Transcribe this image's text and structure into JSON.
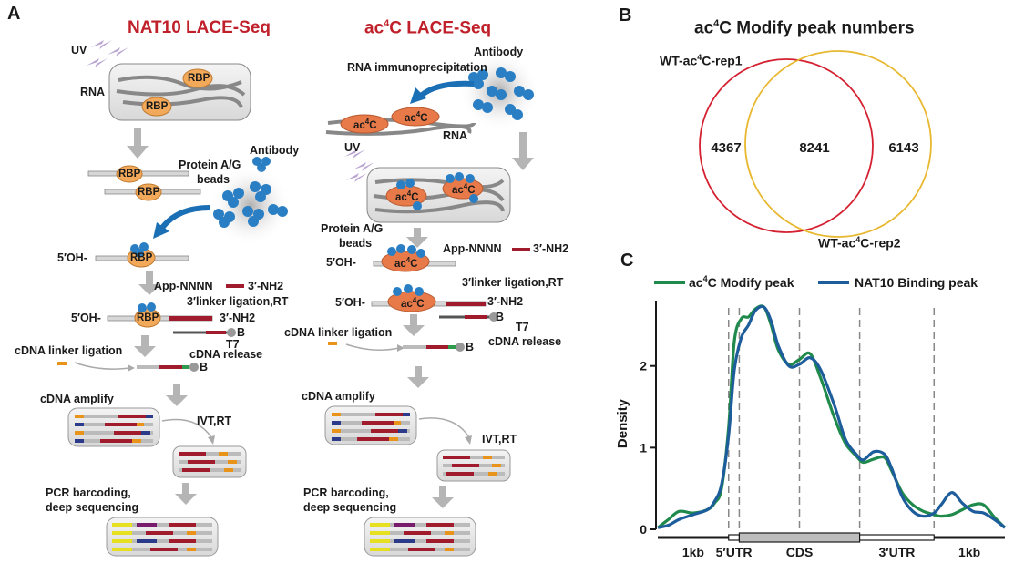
{
  "panels": {
    "a": {
      "letter": "A",
      "left_title": "NAT10 LACE-Seq",
      "right_title_main": "ac",
      "right_title_sup": "4",
      "right_title_rest": "C LACE-Seq",
      "left": {
        "uv": "UV",
        "rna": "RNA",
        "rbp": "RBP",
        "antibody": "Antibody",
        "protein_ag": "Protein A/G",
        "beads": "beads",
        "five_oh": "5′OH-",
        "app_nnnn": "App-NNNN",
        "three_nh2": "3′-NH2",
        "linker_rt": "3′linker ligation,RT",
        "b": "B",
        "t7": "T7",
        "cdna_release": "cDNA release",
        "cdna_linker": "cDNA linker ligation",
        "cdna_amplify": "cDNA amplify",
        "ivt_rt": "IVT,RT",
        "pcr_barcoding": "PCR barcoding,",
        "deep_seq": "deep sequencing"
      },
      "right": {
        "antibody": "Antibody",
        "rna_ip": "RNA immunoprecipitation",
        "ac4c_main": "ac",
        "ac4c_sup": "4",
        "ac4c_rest": "C",
        "rna": "RNA",
        "uv": "UV",
        "protein_ag": "Protein A/G",
        "beads": "beads",
        "five_oh": "5′OH-",
        "app_nnnn": "App-NNNN",
        "three_nh2": "3′-NH2",
        "linker_rt": "3′linker ligation,RT",
        "b": "B",
        "t7": "T7",
        "cdna_linker": "cDNA linker ligation",
        "cdna_release": "cDNA release",
        "cdna_amplify": "cDNA amplify",
        "ivt_rt": "IVT,RT",
        "pcr_barcoding": "PCR barcoding,",
        "deep_seq": "deep sequencing"
      }
    },
    "b": {
      "letter": "B",
      "title_pre": "ac",
      "title_sup": "4",
      "title_post": "C Modify peak numbers",
      "rep1_pre": "WT-ac",
      "rep1_sup": "4",
      "rep1_post": "C-rep1",
      "rep2_pre": "WT-ac",
      "rep2_sup": "4",
      "rep2_post": "C-rep2",
      "rep1_color": "#d42030",
      "rep2_color": "#e8b830"
    },
    "c": {
      "letter": "C",
      "legend_green_pre": "ac",
      "legend_green_sup": "4",
      "legend_green_post": "C Modify peak",
      "legend_blue": "NAT10 Binding peak",
      "green_color": "#1f8a4c",
      "blue_color": "#1d5d9b"
    }
  },
  "chart_data": [
    {
      "type": "venn",
      "sets": [
        "WT-ac4C-rep1",
        "WT-ac4C-rep2"
      ],
      "only_rep1": 4367,
      "overlap": 8241,
      "only_rep2": 6143
    },
    {
      "type": "line",
      "xlabel": "",
      "ylabel": "Density",
      "yticks": [
        "0",
        "1",
        "2"
      ],
      "ylim": [
        0,
        2.8
      ],
      "x_regions": [
        "1kb",
        "5′UTR",
        "CDS",
        "3′UTR",
        "1kb"
      ],
      "region_bounds": [
        0,
        1,
        1.15,
        2,
        2.85,
        3.9,
        4.9
      ],
      "grid": false,
      "series": [
        {
          "name": "ac4C Modify peak",
          "x": [
            0,
            0.15,
            0.3,
            0.5,
            0.7,
            0.8,
            0.9,
            1.0,
            1.08,
            1.18,
            1.28,
            1.38,
            1.5,
            1.6,
            1.7,
            1.85,
            2.0,
            2.15,
            2.3,
            2.5,
            2.65,
            2.8,
            2.9,
            3.05,
            3.2,
            3.3,
            3.45,
            3.6,
            3.75,
            3.9,
            4.0,
            4.15,
            4.3,
            4.45,
            4.6,
            4.75,
            4.9
          ],
          "values": [
            0.02,
            0.12,
            0.22,
            0.2,
            0.24,
            0.32,
            0.5,
            1.25,
            2.3,
            2.58,
            2.6,
            2.7,
            2.72,
            2.5,
            2.2,
            2.02,
            2.08,
            2.15,
            1.85,
            1.35,
            1.05,
            0.9,
            0.82,
            0.86,
            0.88,
            0.72,
            0.45,
            0.3,
            0.22,
            0.18,
            0.16,
            0.18,
            0.24,
            0.3,
            0.3,
            0.15,
            0.02
          ]
        },
        {
          "name": "NAT10 Binding peak",
          "x": [
            0,
            0.15,
            0.3,
            0.5,
            0.7,
            0.8,
            0.9,
            1.0,
            1.08,
            1.18,
            1.28,
            1.38,
            1.5,
            1.6,
            1.7,
            1.85,
            2.0,
            2.15,
            2.3,
            2.5,
            2.65,
            2.8,
            2.9,
            3.05,
            3.2,
            3.3,
            3.45,
            3.6,
            3.75,
            3.9,
            4.0,
            4.15,
            4.3,
            4.45,
            4.6,
            4.75,
            4.9
          ],
          "values": [
            0.02,
            0.05,
            0.12,
            0.18,
            0.24,
            0.34,
            0.55,
            1.15,
            1.95,
            2.35,
            2.5,
            2.68,
            2.72,
            2.55,
            2.25,
            2.0,
            2.02,
            2.1,
            1.95,
            1.5,
            1.1,
            0.92,
            0.85,
            0.95,
            0.92,
            0.75,
            0.4,
            0.22,
            0.16,
            0.2,
            0.3,
            0.45,
            0.32,
            0.22,
            0.2,
            0.12,
            0.02
          ]
        }
      ]
    }
  ]
}
